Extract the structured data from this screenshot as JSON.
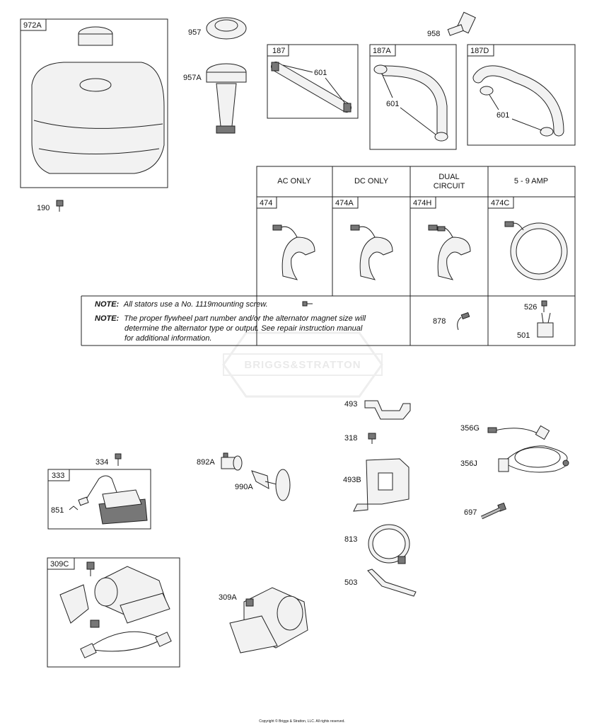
{
  "labels": {
    "p972A": "972A",
    "p957": "957",
    "p957A": "957A",
    "p958": "958",
    "p187": "187",
    "p187A": "187A",
    "p187D": "187D",
    "p601": "601",
    "p190": "190",
    "p474": "474",
    "p474A": "474A",
    "p474H": "474H",
    "p474C": "474C",
    "p878": "878",
    "p526": "526",
    "p501": "501",
    "p493": "493",
    "p318": "318",
    "p493B": "493B",
    "p813": "813",
    "p503": "503",
    "p356G": "356G",
    "p356J": "356J",
    "p697": "697",
    "p334": "334",
    "p333": "333",
    "p851": "851",
    "p892A": "892A",
    "p990A": "990A",
    "p309C": "309C",
    "p309A": "309A"
  },
  "stator_table": {
    "headers": [
      "AC ONLY",
      "DC ONLY",
      "DUAL",
      "CIRCUIT",
      "5 - 9 AMP"
    ]
  },
  "notes": {
    "note_label": "NOTE:",
    "note1": "All stators use a No. 1119mounting screw.",
    "note2_line1": "The proper flywheel part number and/or the alternator magnet size will",
    "note2_line2": "determine the alternator type or output. See repair instruction manual",
    "note2_line3": "for additional information."
  },
  "watermark": "BRIGGS&STRATTON",
  "copyright": "Copyright © Briggs & Stratton, LLC. All rights reserved."
}
